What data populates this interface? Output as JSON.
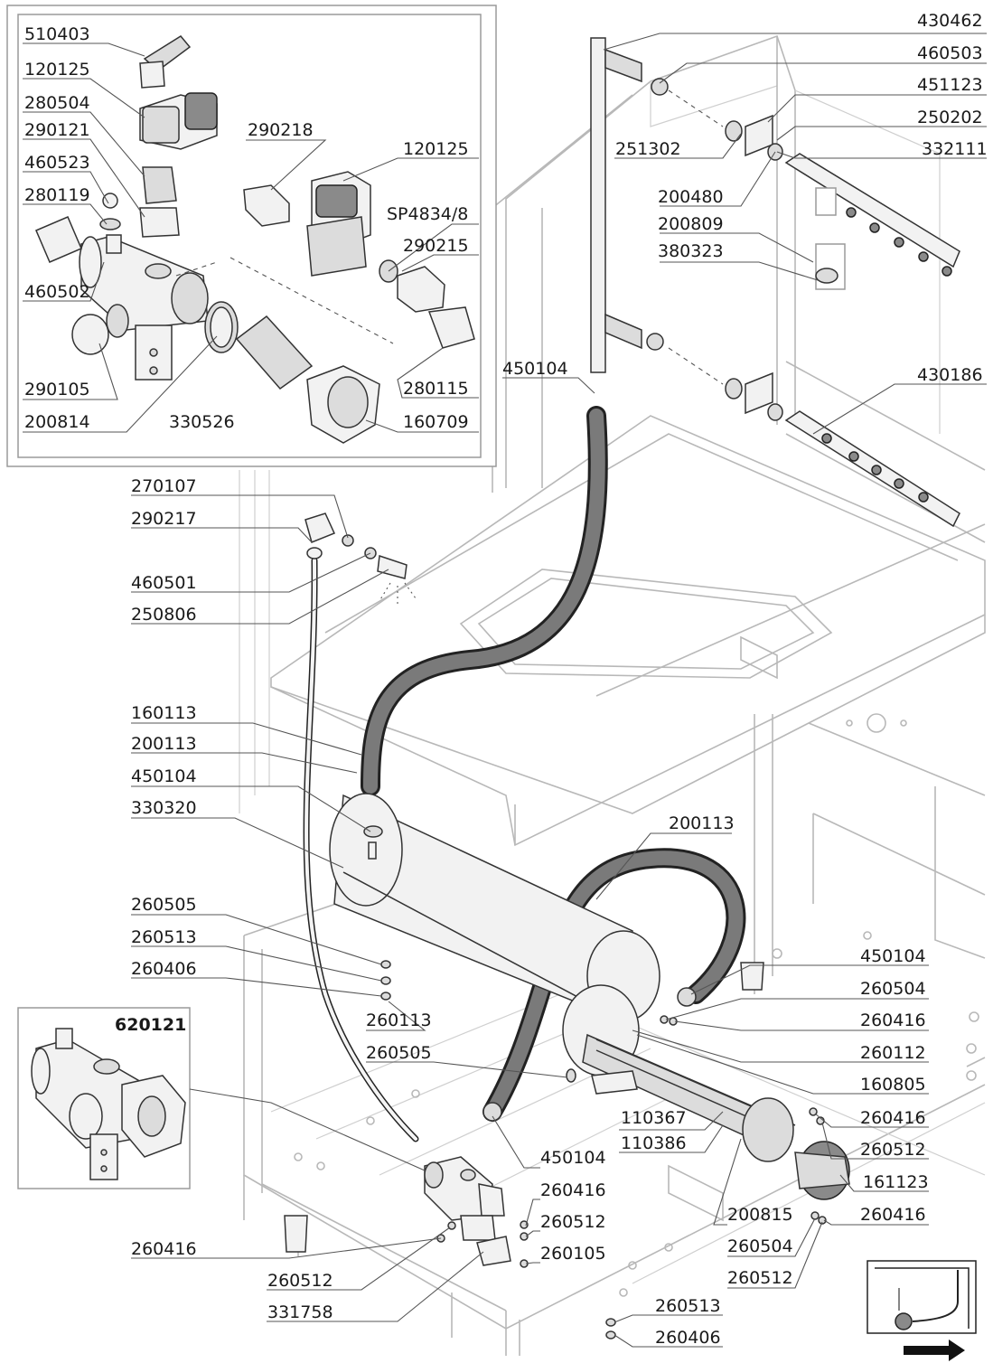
{
  "detail_box_labels": [
    {
      "id": "510403",
      "text": "510403"
    },
    {
      "id": "120125a",
      "text": "120125"
    },
    {
      "id": "280504",
      "text": "280504"
    },
    {
      "id": "290121",
      "text": "290121"
    },
    {
      "id": "460523",
      "text": "460523"
    },
    {
      "id": "280119",
      "text": "280119"
    },
    {
      "id": "460502",
      "text": "460502"
    },
    {
      "id": "290105",
      "text": "290105"
    },
    {
      "id": "200814",
      "text": "200814"
    },
    {
      "id": "330526",
      "text": "330526"
    },
    {
      "id": "160709",
      "text": "160709"
    },
    {
      "id": "280115",
      "text": "280115"
    },
    {
      "id": "290215",
      "text": "290215"
    },
    {
      "id": "sp4834",
      "text": "SP4834/8"
    },
    {
      "id": "120125b",
      "text": "120125"
    },
    {
      "id": "290218",
      "text": "290218"
    }
  ],
  "right_labels": [
    {
      "id": "430462",
      "text": "430462"
    },
    {
      "id": "460503",
      "text": "460503"
    },
    {
      "id": "451123",
      "text": "451123"
    },
    {
      "id": "250202",
      "text": "250202"
    },
    {
      "id": "332111",
      "text": "332111"
    },
    {
      "id": "251302",
      "text": "251302"
    },
    {
      "id": "200480",
      "text": "200480"
    },
    {
      "id": "200809",
      "text": "200809"
    },
    {
      "id": "380323",
      "text": "380323"
    },
    {
      "id": "430186",
      "text": "430186"
    },
    {
      "id": "450104top",
      "text": "450104"
    }
  ],
  "left_labels": [
    {
      "id": "270107",
      "text": "270107"
    },
    {
      "id": "290217",
      "text": "290217"
    },
    {
      "id": "460501",
      "text": "460501"
    },
    {
      "id": "250806",
      "text": "250806"
    },
    {
      "id": "160113",
      "text": "160113"
    },
    {
      "id": "200113a",
      "text": "200113"
    },
    {
      "id": "450104b",
      "text": "450104"
    },
    {
      "id": "330320",
      "text": "330320"
    },
    {
      "id": "260505a",
      "text": "260505"
    },
    {
      "id": "260513a",
      "text": "260513"
    },
    {
      "id": "260406a",
      "text": "260406"
    },
    {
      "id": "260416a",
      "text": "260416"
    },
    {
      "id": "260512a",
      "text": "260512"
    },
    {
      "id": "331758",
      "text": "331758"
    }
  ],
  "center_labels": [
    {
      "id": "200113b",
      "text": "200113"
    },
    {
      "id": "260113",
      "text": "260113"
    },
    {
      "id": "260505b",
      "text": "260505"
    },
    {
      "id": "110367",
      "text": "110367"
    },
    {
      "id": "110386",
      "text": "110386"
    },
    {
      "id": "450104c",
      "text": "450104"
    },
    {
      "id": "260416b",
      "text": "260416"
    },
    {
      "id": "260512b",
      "text": "260512"
    },
    {
      "id": "260105",
      "text": "260105"
    },
    {
      "id": "260513b",
      "text": "260513"
    },
    {
      "id": "260406b",
      "text": "260406"
    },
    {
      "id": "200815",
      "text": "200815"
    },
    {
      "id": "260504b",
      "text": "260504"
    },
    {
      "id": "260512c",
      "text": "260512"
    }
  ],
  "lower_right_labels": [
    {
      "id": "450104d",
      "text": "450104"
    },
    {
      "id": "260504a",
      "text": "260504"
    },
    {
      "id": "260416c",
      "text": "260416"
    },
    {
      "id": "260112",
      "text": "260112"
    },
    {
      "id": "160805",
      "text": "160805"
    },
    {
      "id": "260416d",
      "text": "260416"
    },
    {
      "id": "260512d",
      "text": "260512"
    },
    {
      "id": "161123",
      "text": "161123"
    },
    {
      "id": "260416e",
      "text": "260416"
    }
  ],
  "inset_label": "620121"
}
